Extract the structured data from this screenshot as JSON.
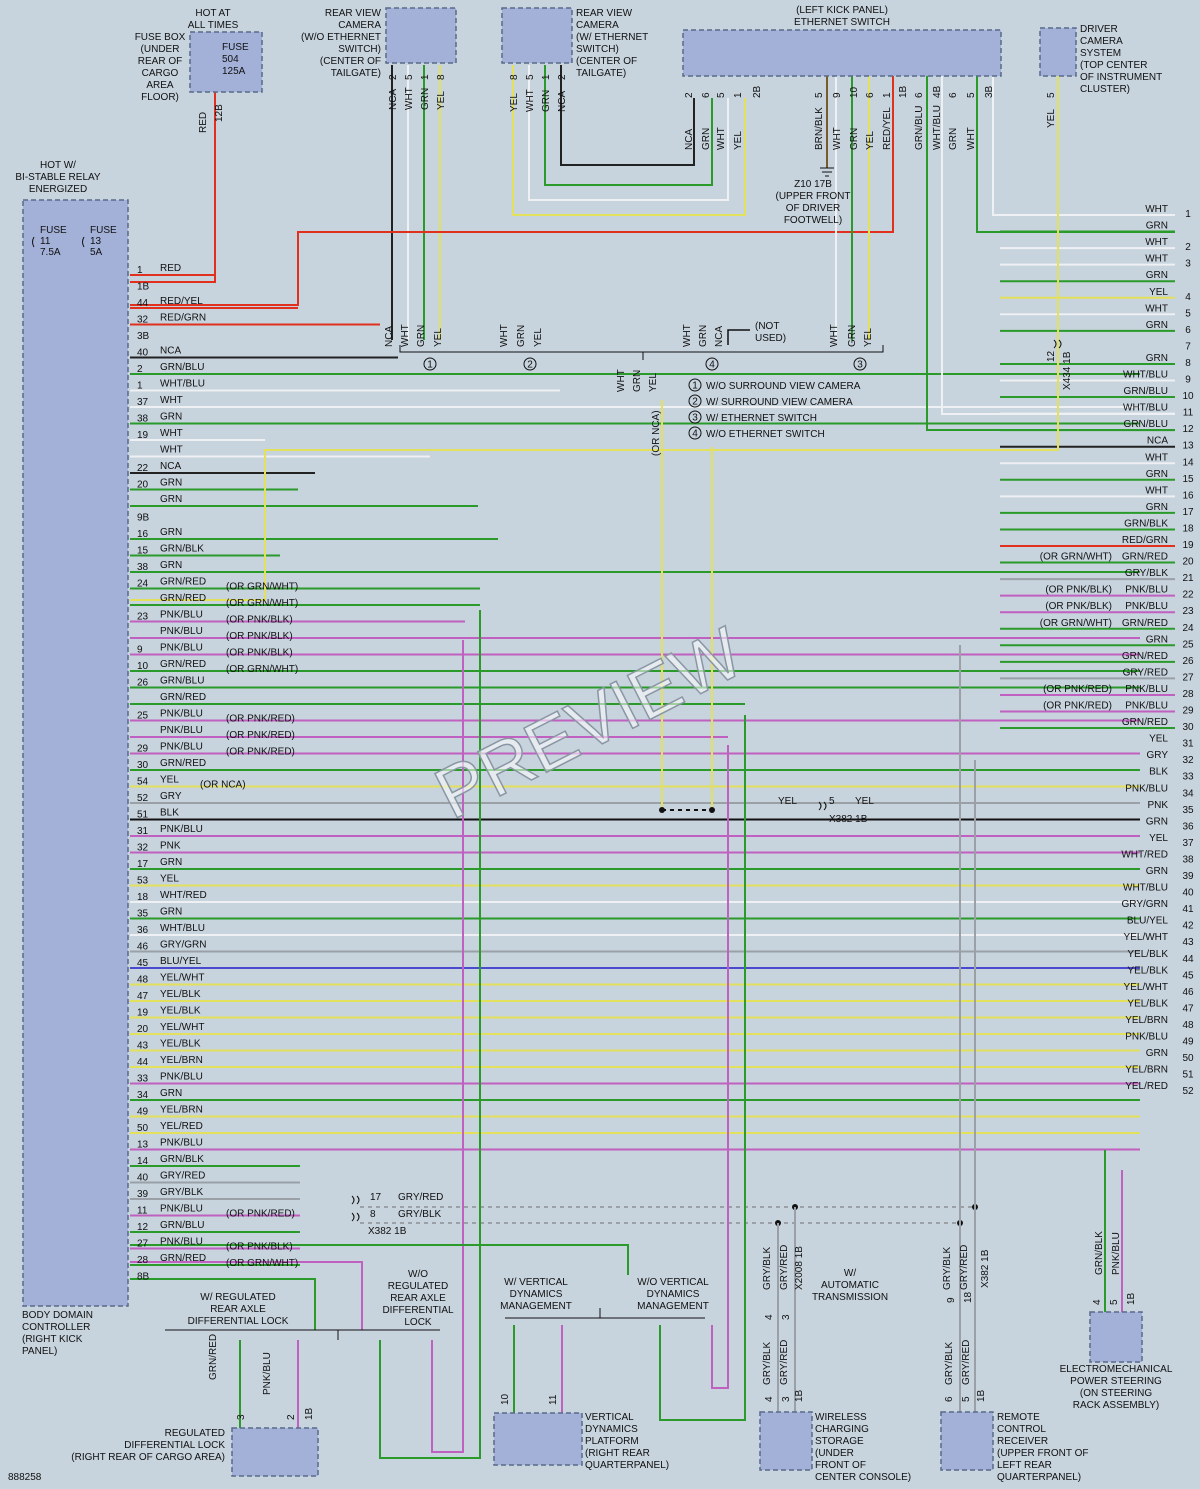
{
  "diagram_id": "888258",
  "watermark": "PREVIEW",
  "colors": {
    "background": "#c7d3dd",
    "component": "#a3b0d8",
    "WHT": "#eef0f3",
    "GRN": "#2a9a2a",
    "YEL": "#e3e05c",
    "RED": "#e2301f",
    "BLK": "#111111",
    "BLU": "#4a4ad0",
    "GRY": "#9aa0a6",
    "PNK": "#c060c0",
    "BRN": "#7a5a2a",
    "NCA": "#222222"
  },
  "components": {
    "bdc": {
      "label": [
        "BODY DOMAIN",
        "CONTROLLER",
        "(RIGHT KICK",
        "PANEL)"
      ],
      "header": [
        "HOT W/",
        "BI-STABLE RELAY",
        "ENERGIZED"
      ],
      "fuse11": [
        "FUSE",
        "11",
        "7.5A"
      ],
      "fuse13": [
        "FUSE",
        "13",
        "5A"
      ]
    },
    "fusebox": {
      "label": [
        "FUSE BOX",
        "(UNDER",
        "REAR OF",
        "CARGO",
        "AREA",
        "FLOOR)"
      ],
      "header": [
        "HOT AT",
        "ALL TIMES"
      ],
      "fuse": [
        "FUSE",
        "504",
        "125A"
      ],
      "wire": "RED",
      "pin": "12B"
    },
    "rvc_wo": {
      "label": [
        "REAR VIEW",
        "CAMERA",
        "(W/O ETHERNET",
        "SWITCH)",
        "(CENTER OF",
        "TAILGATE)"
      ],
      "pins": [
        {
          "p": "2",
          "c": "NCA"
        },
        {
          "p": "5",
          "c": "WHT"
        },
        {
          "p": "1",
          "c": "GRN"
        },
        {
          "p": "8",
          "c": "YEL"
        }
      ]
    },
    "rvc_w": {
      "label": [
        "REAR VIEW",
        "CAMERA",
        "(W/ ETHERNET",
        "SWITCH)",
        "(CENTER OF",
        "TAILGATE)"
      ],
      "pins": [
        {
          "p": "8",
          "c": "YEL"
        },
        {
          "p": "5",
          "c": "WHT"
        },
        {
          "p": "1",
          "c": "GRN"
        },
        {
          "p": "2",
          "c": "NCA"
        }
      ]
    },
    "eth": {
      "label": [
        "(LEFT KICK PANEL)",
        "ETHERNET SWITCH"
      ],
      "pins": [
        {
          "p": "2",
          "c": "NCA"
        },
        {
          "p": "6",
          "c": "GRN"
        },
        {
          "p": "5",
          "c": "WHT"
        },
        {
          "p": "1",
          "c": "YEL"
        },
        {
          "p": "2B",
          "c": ""
        },
        {
          "p": "5",
          "c": "BRN/BLK"
        },
        {
          "p": "9",
          "c": "WHT"
        },
        {
          "p": "10",
          "c": "GRN"
        },
        {
          "p": "6",
          "c": "YEL"
        },
        {
          "p": "1",
          "c": "RED/YEL"
        },
        {
          "p": "1B",
          "c": ""
        },
        {
          "p": "6",
          "c": "GRN/BLU"
        },
        {
          "p": "4B",
          "c": "WHT/BLU"
        },
        {
          "p": "6",
          "c": "GRN"
        },
        {
          "p": "5",
          "c": "WHT"
        },
        {
          "p": "3B",
          "c": ""
        }
      ]
    },
    "ground": {
      "label": [
        "Z10 17B",
        "(UPPER FRONT",
        "OF DRIVER",
        "FOOTWELL)"
      ]
    },
    "dcs": {
      "label": [
        "DRIVER",
        "CAMERA",
        "SYSTEM",
        "(TOP CENTER",
        "OF INSTRUMENT",
        "CLUSTER)"
      ],
      "pin": "5",
      "wire": "YEL",
      "connector": "X434 1B",
      "cpin": "12"
    },
    "rdl": {
      "label": [
        "REGULATED",
        "DIFFERENTIAL LOCK",
        "(RIGHT REAR OF CARGO AREA)"
      ],
      "pins": [
        {
          "p": "3",
          "c": "(OR GRN/ WHT) GRN/RED"
        },
        {
          "p": "2",
          "c": "(OR PNK/ BLK) PNK/BLU"
        },
        {
          "p": "1B",
          "c": ""
        }
      ]
    },
    "vdp": {
      "label": [
        "VERTICAL",
        "DYNAMICS",
        "PLATFORM",
        "(RIGHT REAR",
        "QUARTERPANEL)"
      ],
      "pins": [
        {
          "p": "10",
          "c": "GRN/BLU"
        },
        {
          "p": "11",
          "c": "(OR PNK/ RED) PNK/BLU"
        }
      ]
    },
    "wcs": {
      "label": [
        "WIRELESS",
        "CHARGING",
        "STORAGE",
        "(UNDER",
        "FRONT OF",
        "CENTER CONSOLE)"
      ],
      "pins": [
        {
          "p": "4",
          "c": "GRY/BLK"
        },
        {
          "p": "3",
          "c": "GRY/RED"
        },
        {
          "p": "1B",
          "c": ""
        }
      ],
      "connector": "X2008 1B",
      "cpins": [
        "4",
        "3"
      ]
    },
    "rcr": {
      "label": [
        "REMOTE",
        "CONTROL",
        "RECEIVER",
        "(UPPER FRONT OF",
        "LEFT REAR",
        "QUARTERPANEL)"
      ],
      "pins": [
        {
          "p": "6",
          "c": "GRY/BLK"
        },
        {
          "p": "5",
          "c": "GRY/RED"
        },
        {
          "p": "1B",
          "c": ""
        }
      ],
      "connector": "X382 1B",
      "cpins": [
        "9",
        "18"
      ]
    },
    "eps": {
      "label": [
        "ELECTROMECHANICAL",
        "POWER STEERING",
        "(ON STEERING",
        "RACK ASSEMBLY)"
      ],
      "pins": [
        {
          "p": "4",
          "c": "GRN/BLK"
        },
        {
          "p": "5",
          "c": "PNK/BLU"
        },
        {
          "p": "1B",
          "c": ""
        }
      ]
    }
  },
  "notes": {
    "not_used": [
      "(NOT",
      "USED)"
    ],
    "or_nca": "(OR NCA)",
    "legend": [
      {
        "n": "1",
        "t": "W/O SURROUND VIEW CAMERA"
      },
      {
        "n": "2",
        "t": "W/ SURROUND VIEW CAMERA"
      },
      {
        "n": "3",
        "t": "W/ ETHERNET SWITCH"
      },
      {
        "n": "4",
        "t": "W/O ETHERNET SWITCH"
      }
    ],
    "group_labels": [
      {
        "id": "w-rear-axle",
        "lines": [
          "W/ REGULATED",
          "REAR AXLE",
          "DIFFERENTIAL LOCK"
        ]
      },
      {
        "id": "wo-rear-axle",
        "lines": [
          "W/O",
          "REGULATED",
          "REAR AXLE",
          "DIFFERENTIAL",
          "LOCK"
        ]
      },
      {
        "id": "w-vdm",
        "lines": [
          "W/ VERTICAL",
          "DYNAMICS",
          "MANAGEMENT"
        ]
      },
      {
        "id": "wo-vdm",
        "lines": [
          "W/O VERTICAL",
          "DYNAMICS",
          "MANAGEMENT"
        ]
      },
      {
        "id": "auto-trans",
        "lines": [
          "W/",
          "AUTOMATIC",
          "TRANSMISSION"
        ]
      }
    ],
    "x382_a": {
      "connector": "X382 1B",
      "pins": [
        "5"
      ],
      "wires": [
        "YEL",
        "YEL"
      ]
    },
    "x382_b": {
      "connector": "X382 1B",
      "pins": [
        "17",
        "8"
      ],
      "wires": [
        "GRY/RED",
        "GRY/BLK"
      ]
    },
    "top_cols": [
      {
        "c": "NCA"
      },
      {
        "c": "WHT"
      },
      {
        "c": "GRN"
      },
      {
        "c": "YEL"
      },
      {
        "c": "WHT"
      },
      {
        "c": "GRN"
      },
      {
        "c": "YEL"
      },
      {
        "c": "WHT"
      },
      {
        "c": "GRN"
      },
      {
        "c": "NCA"
      },
      {
        "c": "WHT"
      },
      {
        "c": "GRN"
      },
      {
        "c": "YEL"
      },
      {
        "c": "WHT"
      },
      {
        "c": "GRN"
      },
      {
        "c": "YEL"
      }
    ],
    "bottom_cols": [
      {
        "c": "GRY/BLK"
      },
      {
        "c": "GRY/RED"
      },
      {
        "c": "GRY/BLK"
      },
      {
        "c": "GRY/RED"
      },
      {
        "c": "GRN/BLK"
      },
      {
        "c": "PNK/BLU"
      }
    ]
  },
  "bdc_pins": [
    {
      "pin": "1",
      "wire": "RED",
      "alt": ""
    },
    {
      "pin": "1B",
      "wire": "",
      "alt": ""
    },
    {
      "pin": "44",
      "wire": "RED/YEL",
      "alt": ""
    },
    {
      "pin": "32",
      "wire": "RED/GRN",
      "alt": ""
    },
    {
      "pin": "3B",
      "wire": "",
      "alt": ""
    },
    {
      "pin": "40",
      "wire": "NCA",
      "alt": ""
    },
    {
      "pin": "2",
      "wire": "GRN/BLU",
      "alt": ""
    },
    {
      "pin": "1",
      "wire": "WHT/BLU",
      "alt": ""
    },
    {
      "pin": "37",
      "wire": "WHT",
      "alt": ""
    },
    {
      "pin": "38",
      "wire": "GRN",
      "alt": ""
    },
    {
      "pin": "19",
      "wire": "WHT",
      "alt": ""
    },
    {
      "pin": "",
      "wire": "WHT",
      "alt": ""
    },
    {
      "pin": "22",
      "wire": "NCA",
      "alt": ""
    },
    {
      "pin": "20",
      "wire": "GRN",
      "alt": ""
    },
    {
      "pin": "",
      "wire": "GRN",
      "alt": ""
    },
    {
      "pin": "9B",
      "wire": "",
      "alt": ""
    },
    {
      "pin": "16",
      "wire": "GRN",
      "alt": ""
    },
    {
      "pin": "15",
      "wire": "GRN/BLK",
      "alt": ""
    },
    {
      "pin": "38",
      "wire": "GRN",
      "alt": ""
    },
    {
      "pin": "24",
      "wire": "GRN/RED",
      "alt": "(OR GRN/WHT)"
    },
    {
      "pin": "",
      "wire": "GRN/RED",
      "alt": "(OR GRN/WHT)"
    },
    {
      "pin": "23",
      "wire": "PNK/BLU",
      "alt": "(OR PNK/BLK)"
    },
    {
      "pin": "",
      "wire": "PNK/BLU",
      "alt": "(OR PNK/BLK)"
    },
    {
      "pin": "9",
      "wire": "PNK/BLU",
      "alt": "(OR PNK/BLK)"
    },
    {
      "pin": "10",
      "wire": "GRN/RED",
      "alt": "(OR GRN/WHT)"
    },
    {
      "pin": "26",
      "wire": "GRN/BLU",
      "alt": ""
    },
    {
      "pin": "",
      "wire": "GRN/RED",
      "alt": ""
    },
    {
      "pin": "25",
      "wire": "PNK/BLU",
      "alt": "(OR PNK/RED)"
    },
    {
      "pin": "",
      "wire": "PNK/BLU",
      "alt": "(OR PNK/RED)"
    },
    {
      "pin": "29",
      "wire": "PNK/BLU",
      "alt": "(OR PNK/RED)"
    },
    {
      "pin": "30",
      "wire": "GRN/RED",
      "alt": ""
    },
    {
      "pin": "54",
      "wire": "YEL",
      "alt": "(OR NCA)"
    },
    {
      "pin": "52",
      "wire": "GRY",
      "alt": ""
    },
    {
      "pin": "51",
      "wire": "BLK",
      "alt": ""
    },
    {
      "pin": "31",
      "wire": "PNK/BLU",
      "alt": ""
    },
    {
      "pin": "32",
      "wire": "PNK",
      "alt": ""
    },
    {
      "pin": "17",
      "wire": "GRN",
      "alt": ""
    },
    {
      "pin": "53",
      "wire": "YEL",
      "alt": ""
    },
    {
      "pin": "18",
      "wire": "WHT/RED",
      "alt": ""
    },
    {
      "pin": "35",
      "wire": "GRN",
      "alt": ""
    },
    {
      "pin": "36",
      "wire": "WHT/BLU",
      "alt": ""
    },
    {
      "pin": "46",
      "wire": "GRY/GRN",
      "alt": ""
    },
    {
      "pin": "45",
      "wire": "BLU/YEL",
      "alt": ""
    },
    {
      "pin": "48",
      "wire": "YEL/WHT",
      "alt": ""
    },
    {
      "pin": "47",
      "wire": "YEL/BLK",
      "alt": ""
    },
    {
      "pin": "19",
      "wire": "YEL/BLK",
      "alt": ""
    },
    {
      "pin": "20",
      "wire": "YEL/WHT",
      "alt": ""
    },
    {
      "pin": "43",
      "wire": "YEL/BLK",
      "alt": ""
    },
    {
      "pin": "44",
      "wire": "YEL/BRN",
      "alt": ""
    },
    {
      "pin": "33",
      "wire": "PNK/BLU",
      "alt": ""
    },
    {
      "pin": "34",
      "wire": "GRN",
      "alt": ""
    },
    {
      "pin": "49",
      "wire": "YEL/BRN",
      "alt": ""
    },
    {
      "pin": "50",
      "wire": "YEL/RED",
      "alt": ""
    },
    {
      "pin": "13",
      "wire": "PNK/BLU",
      "alt": ""
    },
    {
      "pin": "14",
      "wire": "GRN/BLK",
      "alt": ""
    },
    {
      "pin": "40",
      "wire": "GRY/RED",
      "alt": ""
    },
    {
      "pin": "39",
      "wire": "GRY/BLK",
      "alt": ""
    },
    {
      "pin": "11",
      "wire": "PNK/BLU",
      "alt": "(OR PNK/RED)"
    },
    {
      "pin": "12",
      "wire": "GRN/BLU",
      "alt": ""
    },
    {
      "pin": "27",
      "wire": "PNK/BLU",
      "alt": "(OR PNK/BLK)"
    },
    {
      "pin": "28",
      "wire": "GRN/RED",
      "alt": "(OR GRN/WHT)"
    },
    {
      "pin": "8B",
      "wire": "",
      "alt": ""
    }
  ],
  "right_refs": [
    {
      "n": "1",
      "wire": "WHT",
      "alt": ""
    },
    {
      "n": "",
      "wire": "GRN",
      "alt": ""
    },
    {
      "n": "2",
      "wire": "WHT",
      "alt": ""
    },
    {
      "n": "3",
      "wire": "WHT",
      "alt": ""
    },
    {
      "n": "",
      "wire": "GRN",
      "alt": ""
    },
    {
      "n": "4",
      "wire": "YEL",
      "alt": ""
    },
    {
      "n": "5",
      "wire": "WHT",
      "alt": ""
    },
    {
      "n": "6",
      "wire": "GRN",
      "alt": ""
    },
    {
      "n": "7",
      "wire": "",
      "alt": ""
    },
    {
      "n": "8",
      "wire": "GRN",
      "alt": ""
    },
    {
      "n": "9",
      "wire": "WHT/BLU",
      "alt": ""
    },
    {
      "n": "10",
      "wire": "GRN/BLU",
      "alt": ""
    },
    {
      "n": "11",
      "wire": "WHT/BLU",
      "alt": ""
    },
    {
      "n": "12",
      "wire": "GRN/BLU",
      "alt": ""
    },
    {
      "n": "13",
      "wire": "NCA",
      "alt": ""
    },
    {
      "n": "14",
      "wire": "WHT",
      "alt": ""
    },
    {
      "n": "15",
      "wire": "GRN",
      "alt": ""
    },
    {
      "n": "16",
      "wire": "WHT",
      "alt": ""
    },
    {
      "n": "17",
      "wire": "GRN",
      "alt": ""
    },
    {
      "n": "18",
      "wire": "GRN/BLK",
      "alt": ""
    },
    {
      "n": "19",
      "wire": "RED/GRN",
      "alt": ""
    },
    {
      "n": "20",
      "wire": "GRN/RED",
      "alt": "(OR GRN/WHT)"
    },
    {
      "n": "21",
      "wire": "GRY/BLK",
      "alt": ""
    },
    {
      "n": "22",
      "wire": "PNK/BLU",
      "alt": "(OR PNK/BLK)"
    },
    {
      "n": "23",
      "wire": "PNK/BLU",
      "alt": "(OR PNK/BLK)"
    },
    {
      "n": "24",
      "wire": "GRN/RED",
      "alt": "(OR GRN/WHT)"
    },
    {
      "n": "25",
      "wire": "GRN",
      "alt": ""
    },
    {
      "n": "26",
      "wire": "GRN/RED",
      "alt": ""
    },
    {
      "n": "27",
      "wire": "GRY/RED",
      "alt": ""
    },
    {
      "n": "28",
      "wire": "PNK/BLU",
      "alt": "(OR PNK/RED)"
    },
    {
      "n": "29",
      "wire": "PNK/BLU",
      "alt": "(OR PNK/RED)"
    },
    {
      "n": "30",
      "wire": "GRN/RED",
      "alt": ""
    },
    {
      "n": "31",
      "wire": "YEL",
      "alt": ""
    },
    {
      "n": "32",
      "wire": "GRY",
      "alt": ""
    },
    {
      "n": "33",
      "wire": "BLK",
      "alt": ""
    },
    {
      "n": "34",
      "wire": "PNK/BLU",
      "alt": ""
    },
    {
      "n": "35",
      "wire": "PNK",
      "alt": ""
    },
    {
      "n": "36",
      "wire": "GRN",
      "alt": ""
    },
    {
      "n": "37",
      "wire": "YEL",
      "alt": ""
    },
    {
      "n": "38",
      "wire": "WHT/RED",
      "alt": ""
    },
    {
      "n": "39",
      "wire": "GRN",
      "alt": ""
    },
    {
      "n": "40",
      "wire": "WHT/BLU",
      "alt": ""
    },
    {
      "n": "41",
      "wire": "GRY/GRN",
      "alt": ""
    },
    {
      "n": "42",
      "wire": "BLU/YEL",
      "alt": ""
    },
    {
      "n": "43",
      "wire": "YEL/WHT",
      "alt": ""
    },
    {
      "n": "44",
      "wire": "YEL/BLK",
      "alt": ""
    },
    {
      "n": "45",
      "wire": "YEL/BLK",
      "alt": ""
    },
    {
      "n": "46",
      "wire": "YEL/WHT",
      "alt": ""
    },
    {
      "n": "47",
      "wire": "YEL/BLK",
      "alt": ""
    },
    {
      "n": "48",
      "wire": "YEL/BRN",
      "alt": ""
    },
    {
      "n": "49",
      "wire": "PNK/BLU",
      "alt": ""
    },
    {
      "n": "50",
      "wire": "GRN",
      "alt": ""
    },
    {
      "n": "51",
      "wire": "YEL/BRN",
      "alt": ""
    },
    {
      "n": "52",
      "wire": "YEL/RED",
      "alt": ""
    }
  ]
}
